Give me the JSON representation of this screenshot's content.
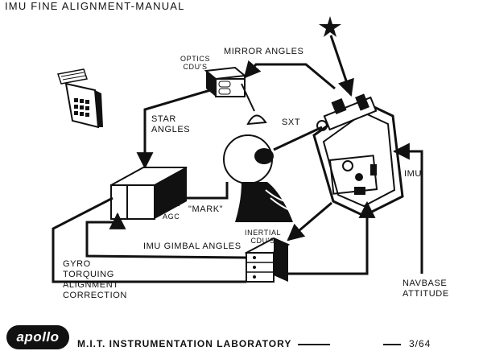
{
  "title": "IMU FINE ALIGNMENT-MANUAL",
  "labels": {
    "mirror_angles": "MIRROR ANGLES",
    "optics_cdus": "OPTICS\nCDU'S",
    "star_angles": "STAR\nANGLES",
    "sxt": "SXT",
    "imu": "IMU",
    "agc": "AGC",
    "mark": "\"MARK\"",
    "imu_gimbal_angles": "IMU GIMBAL ANGLES",
    "inertial_cdus": "INERTIAL\nCDU'S",
    "gyro_torquing": "GYRO\nTORQUING\nALIGNMENT\nCORRECTION",
    "navbase_attitude": "NAVBASE\nATTITUDE"
  },
  "footer": {
    "logo": "apollo",
    "lab": "M.I.T. INSTRUMENTATION LABORATORY",
    "page": "3/64"
  },
  "colors": {
    "ink": "#111111",
    "paper": "#ffffff"
  }
}
